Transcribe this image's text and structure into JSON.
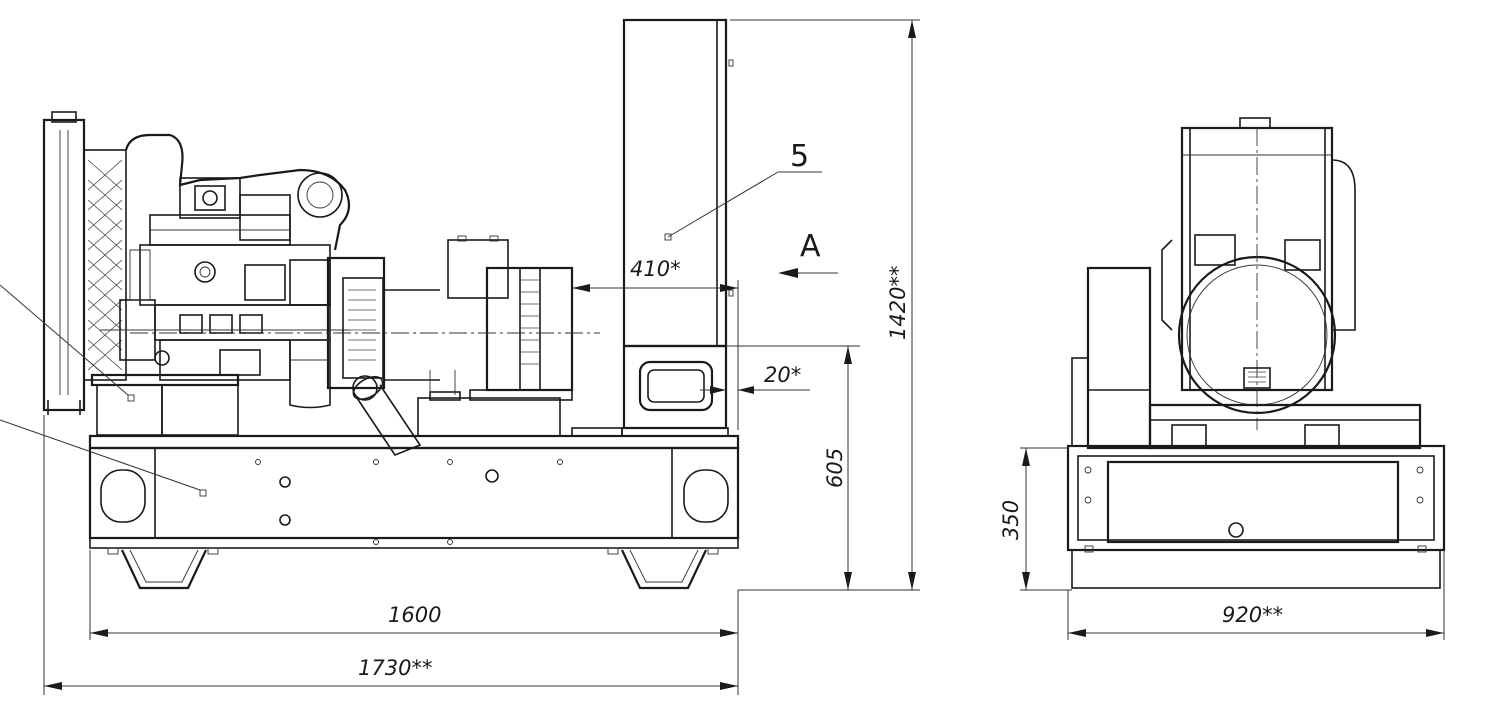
{
  "drawing": {
    "dimensions": {
      "length_frame": "1600",
      "length_overall": "1730**",
      "height_overall": "1420**",
      "height_panel": "605",
      "width_overall": "920**",
      "height_frame": "350",
      "panel_depth": "410*",
      "panel_offset": "20*"
    },
    "callouts": {
      "item_5": "5",
      "view_a": "A"
    }
  }
}
